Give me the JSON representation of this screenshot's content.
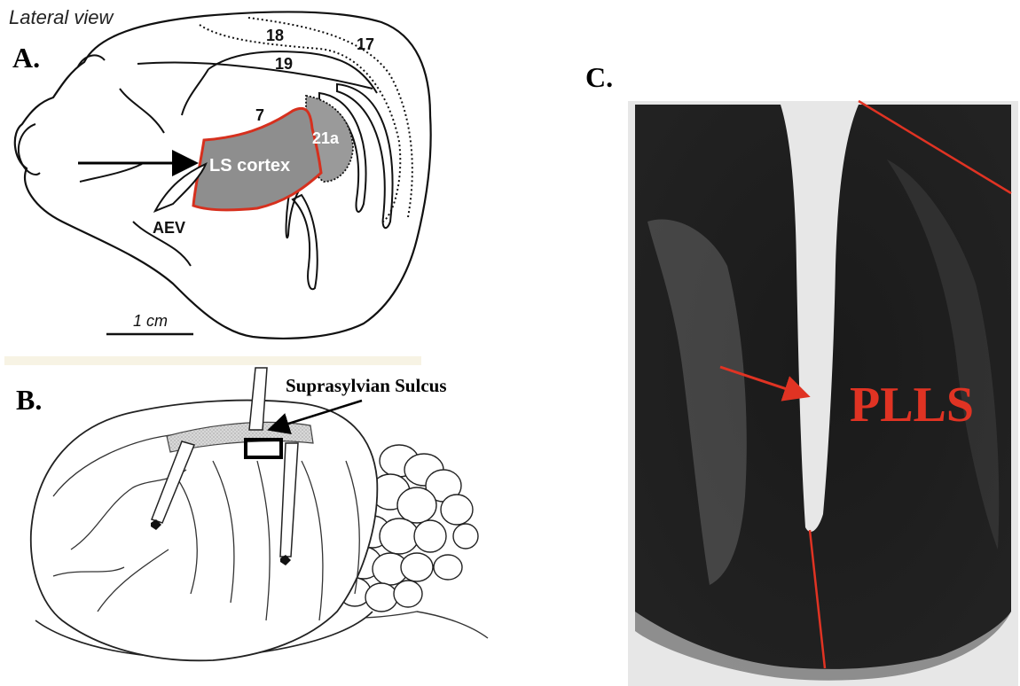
{
  "panel_a": {
    "header": "Lateral view",
    "letter": "A.",
    "area_18": "18",
    "area_17": "17",
    "area_19": "19",
    "area_7": "7",
    "area_21a": "21a",
    "ls_cortex": "LS cortex",
    "aev": "AEV",
    "scale_bar": "1 cm",
    "colors": {
      "outline": "#111111",
      "region_fill": "#8e8e8e",
      "region_border": "#d6301e",
      "label_white": "#ffffff"
    }
  },
  "panel_b": {
    "letter": "B.",
    "sulcus_label": "Suprasylvian Sulcus"
  },
  "panel_c": {
    "letter": "C.",
    "plls_label": "PLLS",
    "colors": {
      "tissue": "#1c1c1c",
      "annotation_red": "#e03323",
      "background": "#e7e7e7"
    }
  }
}
